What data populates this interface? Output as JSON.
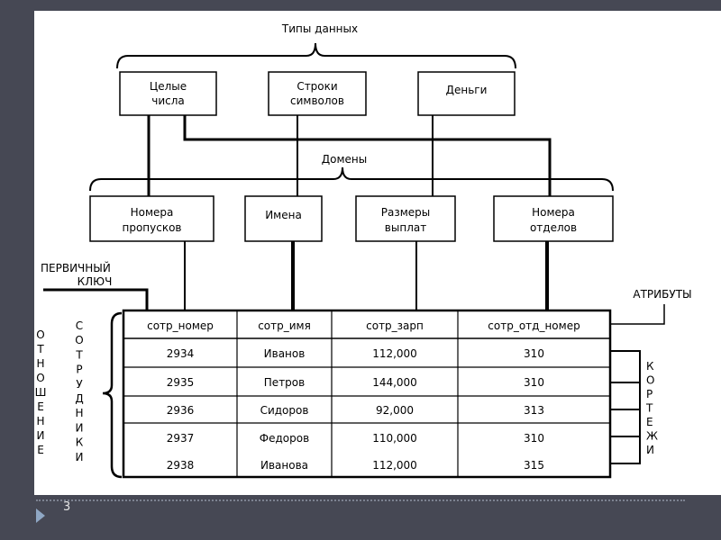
{
  "diagram": {
    "data_types_label": "Типы данных",
    "data_types": [
      {
        "line1": "Целые",
        "line2": "числа"
      },
      {
        "line1": "Строки",
        "line2": "символов"
      },
      {
        "line1": "Деньги",
        "line2": ""
      }
    ],
    "domains_label": "Домены",
    "domains": [
      {
        "line1": "Номера",
        "line2": "пропусков"
      },
      {
        "line1": "Имена",
        "line2": ""
      },
      {
        "line1": "Размеры",
        "line2": "выплат"
      },
      {
        "line1": "Номера",
        "line2": "отделов"
      }
    ],
    "primary_key_line1": "ПЕРВИЧНЫЙ",
    "primary_key_line2": "КЛЮЧ",
    "attributes_label": "АТРИБУТЫ",
    "relation_label": "ОТНОШЕНИЕ",
    "relation_name": "СОТРУДНИКИ",
    "tuples_label": "КОРТЕЖИ",
    "table": {
      "headers": [
        "сотр_номер",
        "сотр_имя",
        "сотр_зарп",
        "сотр_отд_номер"
      ],
      "rows": [
        [
          "2934",
          "Иванов",
          "112,000",
          "310"
        ],
        [
          "2935",
          "Петров",
          "144,000",
          "310"
        ],
        [
          "2936",
          "Сидоров",
          "92,000",
          "313"
        ],
        [
          "2937",
          "Федоров",
          "110,000",
          "310"
        ],
        [
          "2938",
          "Иванова",
          "112,000",
          "315"
        ]
      ]
    }
  },
  "footer": {
    "slide_number": "3"
  }
}
